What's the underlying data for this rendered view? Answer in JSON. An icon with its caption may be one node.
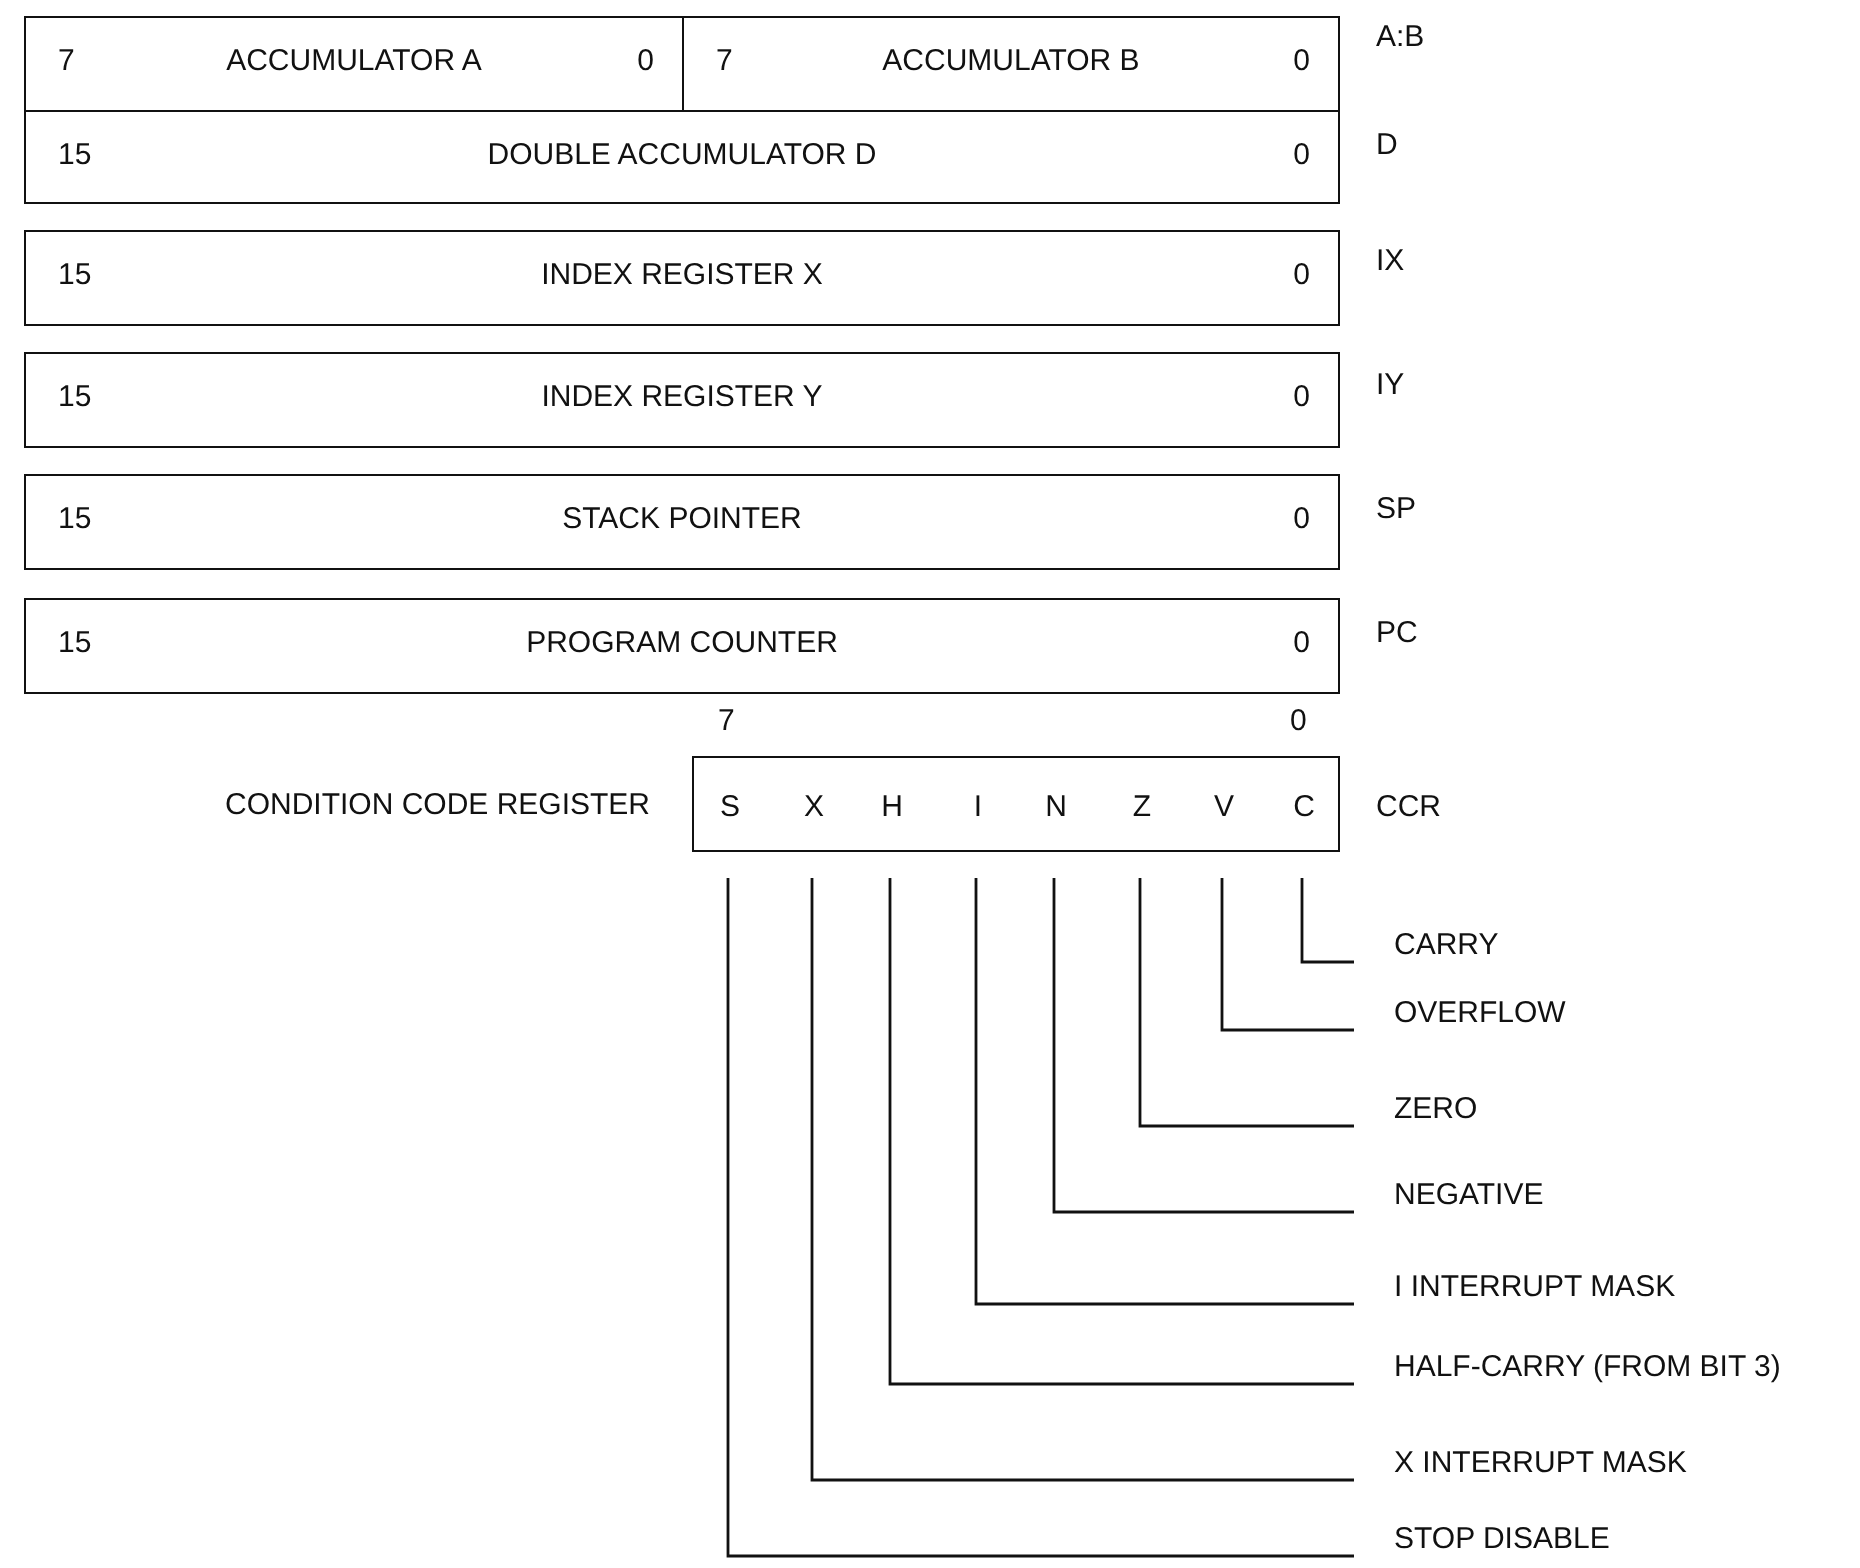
{
  "diagram": {
    "nodes": [
      {
        "text": [
          "7",
          "ACCUMULATOR A",
          "0"
        ]
      },
      {
        "text": [
          "7",
          "ACCUMULATOR B",
          "0"
        ],
        "beside": [
          "A:B"
        ]
      },
      {
        "text": [
          "15",
          "DOUBLE ACCUMULATOR D",
          "0"
        ],
        "beside": [
          "D"
        ]
      },
      {
        "text": [
          "15",
          "INDEX REGISTER X",
          "0"
        ],
        "beside": [
          "IX"
        ]
      },
      {
        "text": [
          "15",
          "INDEX REGISTER Y",
          "0"
        ],
        "beside": [
          "IY"
        ]
      },
      {
        "text": [
          "15",
          "STACK POINTER",
          "0"
        ],
        "beside": [
          "SP"
        ]
      },
      {
        "text": [
          "15",
          "PROGRAM COUNTER",
          "0"
        ],
        "beside": [
          "PC"
        ]
      },
      {
        "text": [
          "CONDITION CODE REGISTER"
        ],
        "beside": [
          "7",
          "0",
          "CCR"
        ]
      },
      {
        "text": [
          "S"
        ],
        "in": 7
      },
      {
        "text": [
          "X"
        ],
        "in": 7
      },
      {
        "text": [
          "H"
        ],
        "in": 7
      },
      {
        "text": [
          "I"
        ],
        "in": 7
      },
      {
        "text": [
          "N"
        ],
        "in": 7
      },
      {
        "text": [
          "Z"
        ],
        "in": 7
      },
      {
        "text": [
          "V"
        ],
        "in": 7
      },
      {
        "text": [
          "C"
        ],
        "in": 7
      },
      {
        "text": [
          "CARRY"
        ]
      },
      {
        "text": [
          "OVERFLOW"
        ]
      },
      {
        "text": [
          "ZERO"
        ]
      },
      {
        "text": [
          "NEGATIVE"
        ]
      },
      {
        "text": [
          "I INTERRUPT MASK"
        ]
      },
      {
        "text": [
          "HALF-CARRY (FROM BIT 3)"
        ]
      },
      {
        "text": [
          "X INTERRUPT MASK"
        ]
      },
      {
        "text": [
          "STOP DISABLE"
        ]
      }
    ],
    "edges": [
      {
        "from": 16,
        "to": 15,
        "arrow": "none"
      },
      {
        "from": 17,
        "to": 14,
        "arrow": "none"
      },
      {
        "from": 18,
        "to": 13,
        "arrow": "none"
      },
      {
        "from": 19,
        "to": 12,
        "arrow": "none"
      },
      {
        "from": 20,
        "to": 11,
        "arrow": "none"
      },
      {
        "from": 21,
        "to": 10,
        "arrow": "none"
      },
      {
        "from": 22,
        "to": 9,
        "arrow": "none"
      },
      {
        "from": 23,
        "to": 8,
        "arrow": "none"
      }
    ]
  }
}
